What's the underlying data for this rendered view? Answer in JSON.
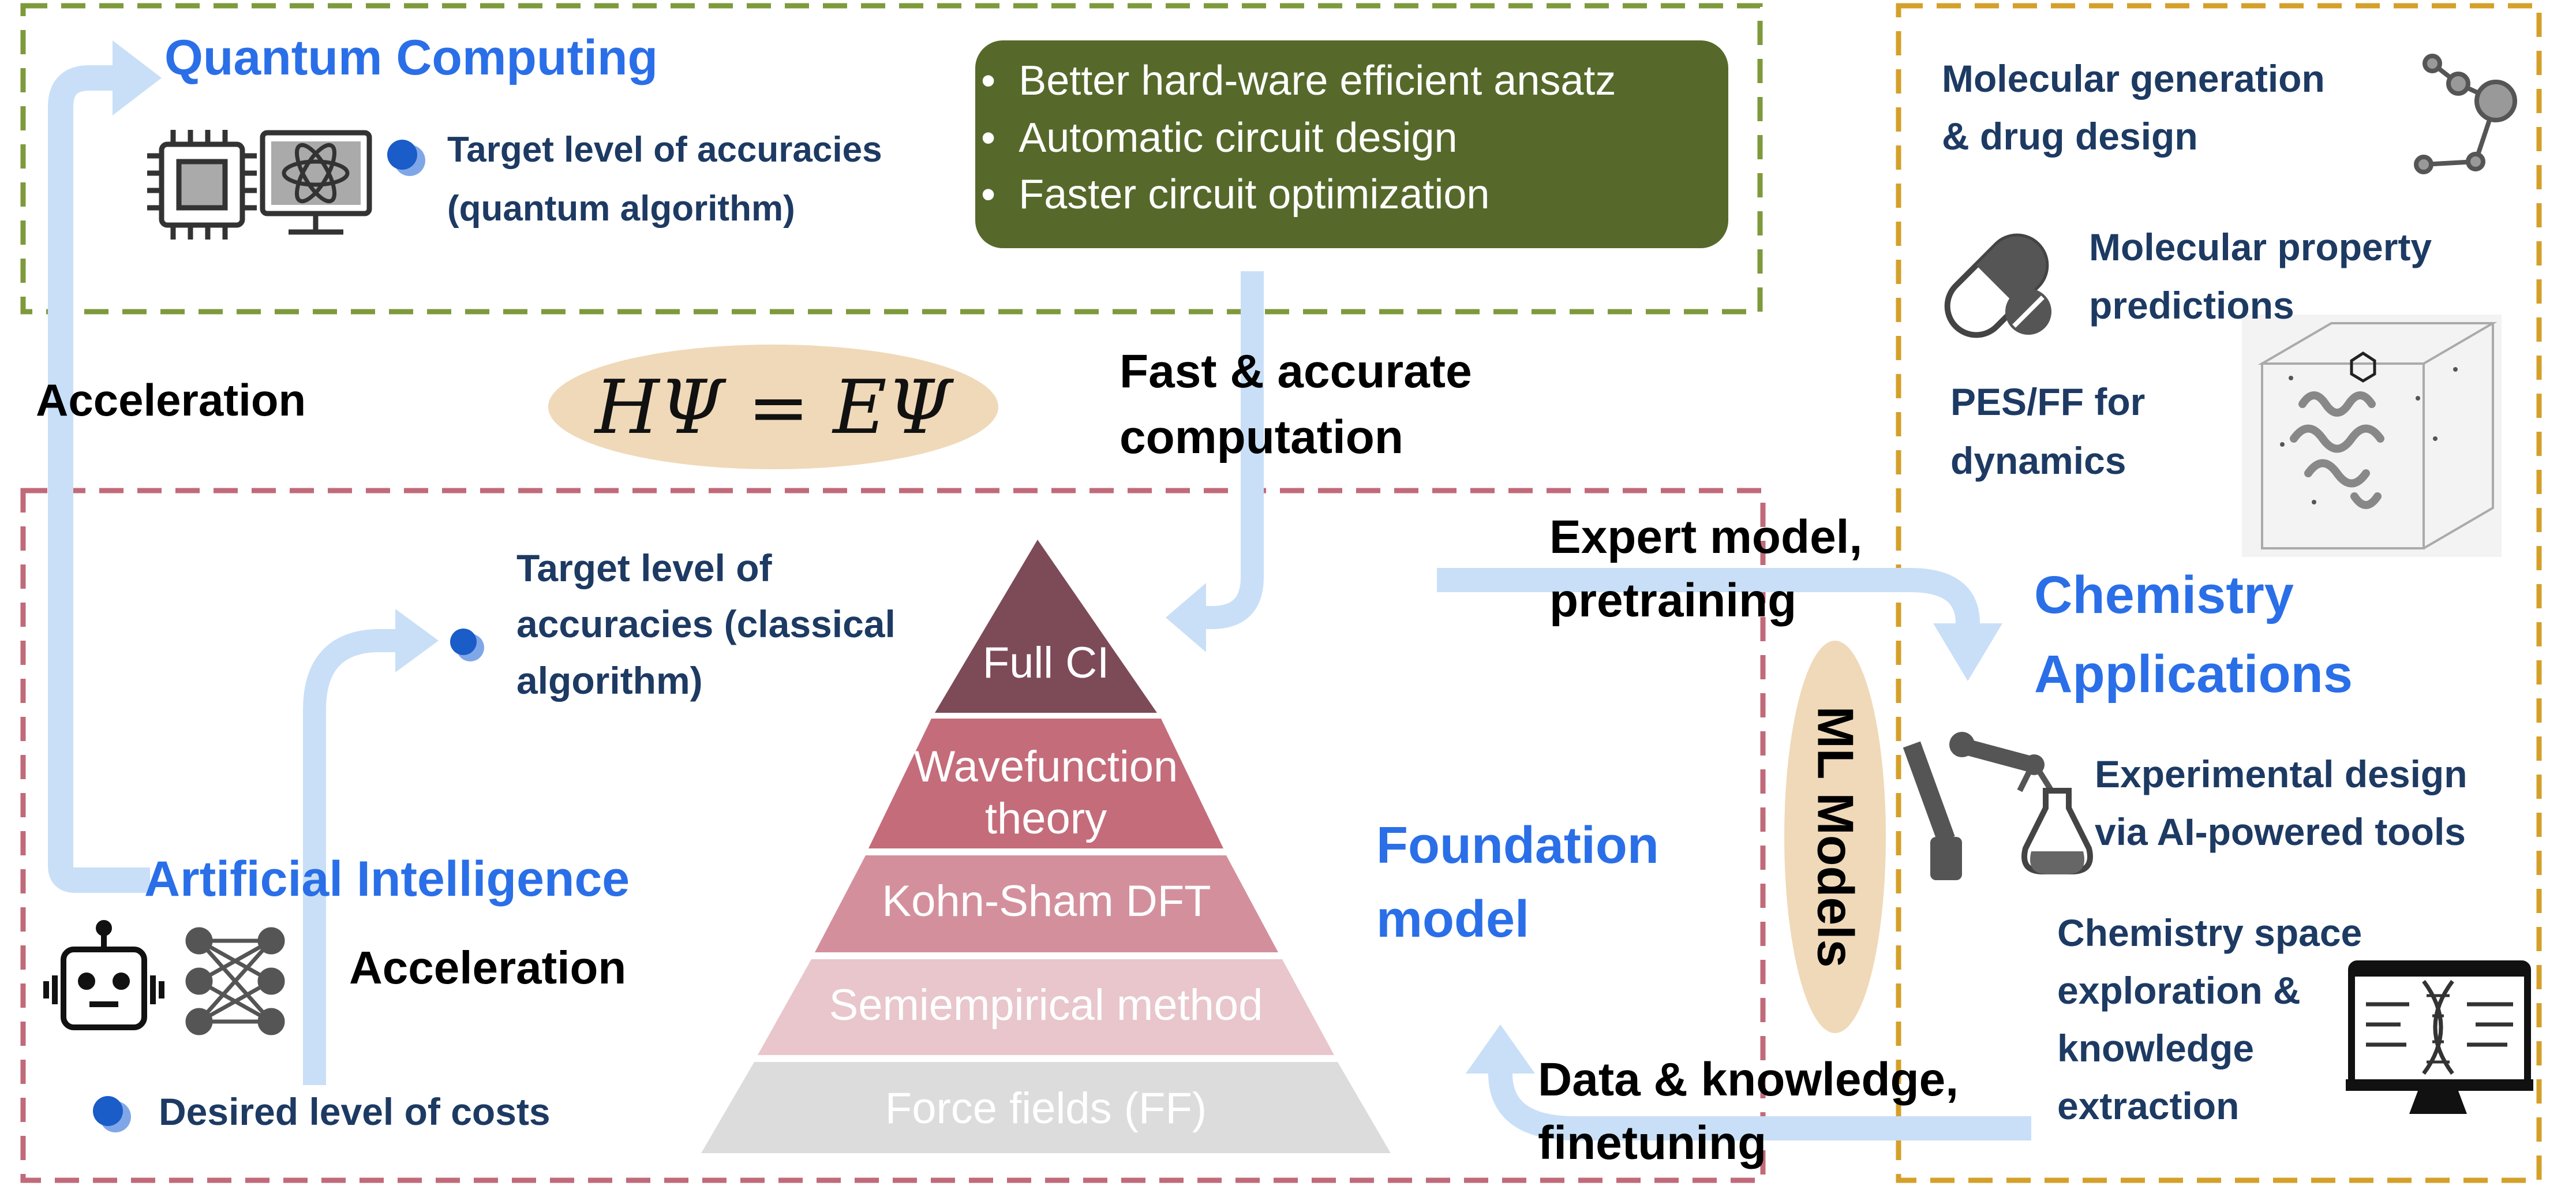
{
  "quantum": {
    "title": "Quantum Computing",
    "target_label": "Target level of accuracies (quantum algorithm)",
    "target_line1": "Target level of accuracies",
    "target_line2": "(quantum algorithm)",
    "bullets": [
      "Better hard-ware efficient ansatz",
      "Automatic circuit design",
      "Faster circuit optimization"
    ]
  },
  "equation": "HΨ = EΨ",
  "fast_accurate": {
    "line1": "Fast & accurate",
    "line2": "computation"
  },
  "acceleration_left": "Acceleration",
  "classical": {
    "line1": "Target level of",
    "line2": "accuracies (classical",
    "line3": "algorithm)"
  },
  "ai": {
    "title": "Artificial Intelligence",
    "acceleration": "Acceleration",
    "desired_costs": "Desired level of costs"
  },
  "pyramid": {
    "levels": [
      {
        "label": "Full CI",
        "color": "#7d4a58"
      },
      {
        "label": "Wavefunction theory",
        "line1": "Wavefunction",
        "line2": "theory",
        "color": "#c46c7a"
      },
      {
        "label": "Kohn-Sham DFT",
        "color": "#d3909c"
      },
      {
        "label": "Semiempirical method",
        "color": "#e8c6cc"
      },
      {
        "label": "Force fields (FF)",
        "color": "#dcdcdc"
      }
    ]
  },
  "foundation": {
    "line1": "Foundation",
    "line2": "model"
  },
  "ml_models": "ML Models",
  "expert": {
    "line1": "Expert model,",
    "line2": "pretraining"
  },
  "data_knowledge": {
    "line1": "Data & knowledge,",
    "line2": "finetuning"
  },
  "chem_apps": {
    "line1": "Chemistry",
    "line2": "Applications"
  },
  "apps": {
    "mol_gen": {
      "line1": "Molecular generation",
      "line2": "& drug design"
    },
    "mol_prop": {
      "line1": "Molecular property",
      "line2": "predictions"
    },
    "pes": {
      "line1": "PES/FF for",
      "line2": "dynamics"
    },
    "exp_design": {
      "line1": "Experimental design",
      "line2": "via AI-powered tools"
    },
    "chem_space": {
      "line1": "Chemistry space",
      "line2": "exploration &",
      "line3": "knowledge",
      "line4": "extraction"
    }
  },
  "colors": {
    "title_blue": "#2a6fe8",
    "navy": "#1d3a63",
    "quantum_box": "#7e9a3c",
    "ai_box": "#c06a7a",
    "apps_box": "#d4a02a",
    "bullet_bg": "#56692a",
    "arrow": "#c8dff7",
    "ellipse": "#f0d9b8"
  }
}
